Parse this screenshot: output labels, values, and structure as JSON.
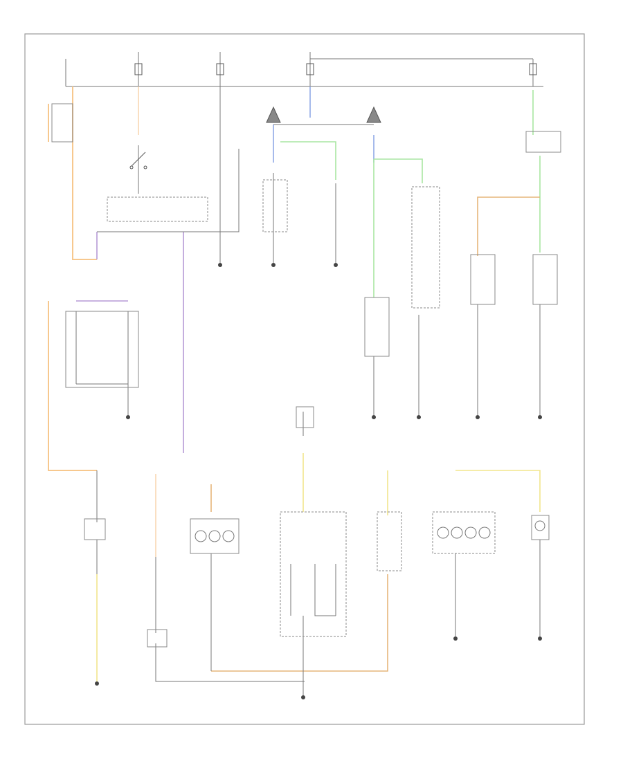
{
  "footer": {
    "code": ""
  },
  "colors": {
    "wire": "#555555",
    "orange": "#f7c88e",
    "violet": "#b59ad6",
    "blue": "#8fa9e6",
    "green": "#a9e6a2",
    "yellow": "#f2e58c",
    "tan": "#e6b57a",
    "frame": "#888888"
  },
  "fuses": [
    {
      "id": "fuse-1",
      "label": ""
    },
    {
      "id": "fuse-2",
      "label": ""
    },
    {
      "id": "fuse-3",
      "label": ""
    },
    {
      "id": "fuse-4",
      "label": ""
    }
  ]
}
